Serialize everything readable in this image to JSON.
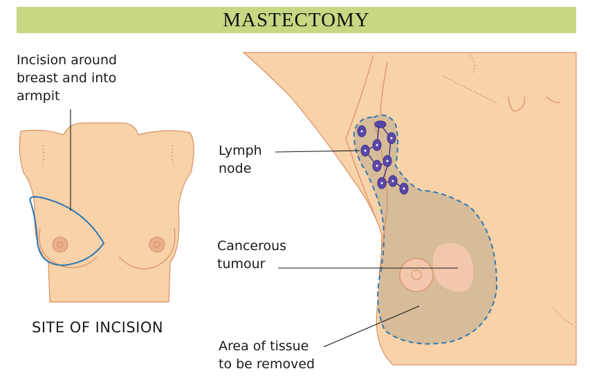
{
  "title": "MASTECTOMY",
  "left_caption": "SITE OF INCISION",
  "labels": {
    "incision": [
      "Incision around",
      "breast and into",
      "armpit"
    ],
    "lymph": [
      "Lymph",
      "node"
    ],
    "tumour": [
      "Cancerous",
      "tumour"
    ],
    "area": [
      "Area of tissue",
      "to be removed"
    ]
  },
  "colors": {
    "banner": "#c7d883",
    "skin": "#f8d2a8",
    "outline": "#d98e62",
    "incision": "#2a77b5",
    "removal_area": "#d6bc98",
    "removal_border": "#2a77b5",
    "lymph_node": "#5a47a8",
    "tumour": "#f2c7ab"
  }
}
